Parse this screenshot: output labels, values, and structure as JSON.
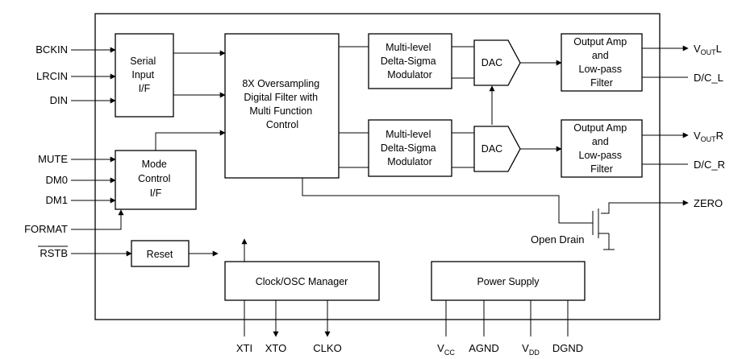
{
  "blocks": {
    "serial_input": [
      "Serial",
      "Input",
      "I/F"
    ],
    "oversampling": [
      "8X Oversampling",
      "Digital Filter with",
      "Multi Function",
      "Control"
    ],
    "modulator_1": [
      "Multi-level",
      "Delta-Sigma",
      "Modulator"
    ],
    "modulator_2": [
      "Multi-level",
      "Delta-Sigma",
      "Modulator"
    ],
    "dac_1": "DAC",
    "dac_2": "DAC",
    "output_amp_1": [
      "Output Amp",
      "and",
      "Low-pass",
      "Filter"
    ],
    "output_amp_2": [
      "Output Amp",
      "and",
      "Low-pass",
      "Filter"
    ],
    "mode_control": [
      "Mode",
      "Control",
      "I/F"
    ],
    "reset": "Reset",
    "clock_manager": "Clock/OSC Manager",
    "power_supply": "Power Supply"
  },
  "pins_left": {
    "bckin": "BCKIN",
    "lrcin": "LRCIN",
    "din": "DIN",
    "mute": "MUTE",
    "dm0": "DM0",
    "dm1": "DM1",
    "format": "FORMAT",
    "rstb": "RSTB"
  },
  "pins_right": {
    "vout_l": {
      "main": "V",
      "sub": "OUT",
      "suffix": "L"
    },
    "dc_l": "D/C_L",
    "vout_r": {
      "main": "V",
      "sub": "OUT",
      "suffix": "R"
    },
    "dc_r": "D/C_R",
    "zero": "ZERO"
  },
  "pins_bottom": {
    "xti": "XTI",
    "xto": "XTO",
    "clko": "CLKO",
    "vcc": {
      "main": "V",
      "sub": "CC"
    },
    "agnd": "AGND",
    "vdd": {
      "main": "V",
      "sub": "DD"
    },
    "dgnd": "DGND"
  },
  "annotations": {
    "open_drain": "Open Drain"
  }
}
